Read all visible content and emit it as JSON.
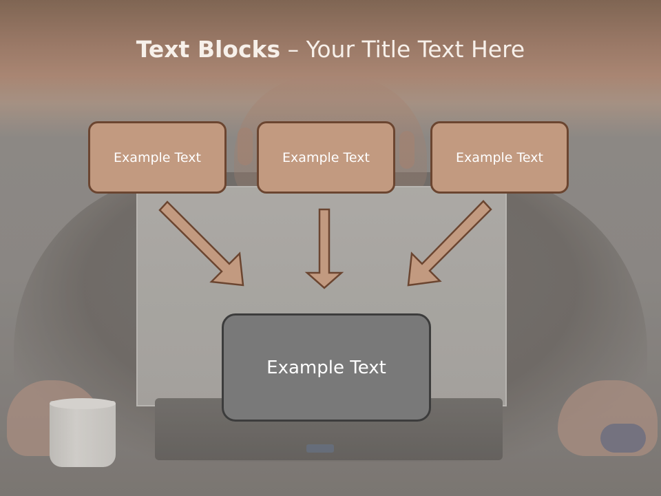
{
  "slide": {
    "title_bold": "Text Blocks",
    "title_rest": " – Your Title Text Here",
    "top_blocks": [
      {
        "label": "Example Text"
      },
      {
        "label": "Example Text"
      },
      {
        "label": "Example Text"
      }
    ],
    "main_block": {
      "label": "Example Text"
    }
  },
  "colors": {
    "block_fill": "#c29a80",
    "block_border": "#6b4530",
    "main_fill": "#797979",
    "main_border": "#3c3c3c",
    "title_band": "#a67e66"
  },
  "background": {
    "description_icons": [
      "person-icon",
      "laptop-icon",
      "mug-icon",
      "mouse-icon"
    ]
  }
}
